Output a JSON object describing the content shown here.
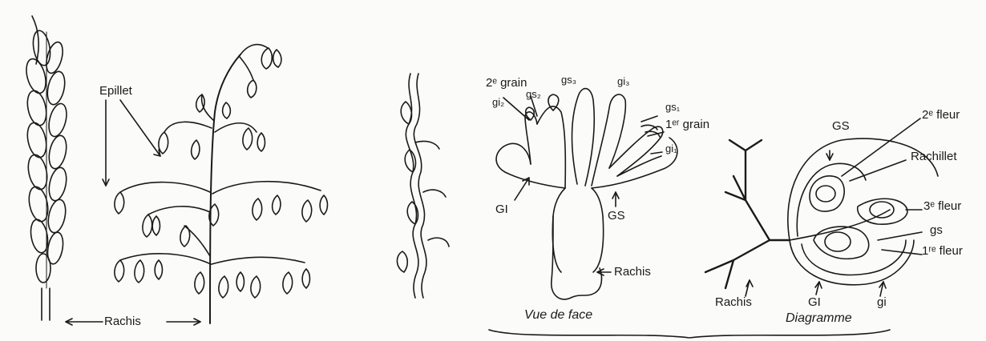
{
  "labels": {
    "epillet": "Epillet",
    "rachis_left": "Rachis",
    "grain2": "2ᵉ grain",
    "gs3": "gs₃",
    "gi3": "gi₃",
    "gi2": "gi₂",
    "gs2": "gs₂",
    "gs1": "gs₁",
    "grain1": "1ᵉʳ grain",
    "gi1": "gi₁",
    "GI_face": "GI",
    "GS_face": "GS",
    "rachis_face": "Rachis",
    "vue_de_face": "Vue de face",
    "GS_diag": "GS",
    "fleur2": "2ᵉ fleur",
    "rachillet": "Rachillet",
    "fleur3": "3ᵉ fleur",
    "gs_diag": "gs",
    "fleur1": "1ʳᵉ fleur",
    "rachis_diag": "Rachis",
    "GI_diag": "GI",
    "gi_diag": "gi",
    "diagramme": "Diagramme"
  }
}
